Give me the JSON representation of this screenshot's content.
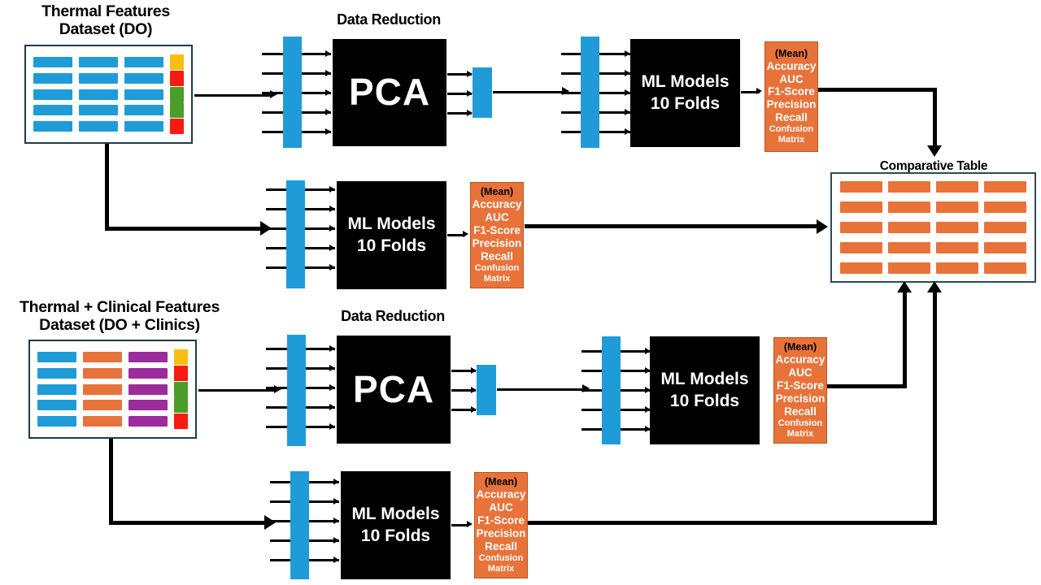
{
  "diagram": {
    "title_top_dataset_line1": "Thermal Features",
    "title_top_dataset_line2": "Dataset (DO)",
    "title_bottom_dataset_line1": "Thermal + Clinical Features",
    "title_bottom_dataset_line2": "Dataset (DO + Clinics)",
    "data_reduction_label_top": "Data Reduction",
    "data_reduction_label_bottom": "Data Reduction",
    "comparative_table_label": "Comparative Table",
    "pca_label_top": "PCA",
    "pca_label_bottom": "PCA",
    "ml_label_line1": "ML Models",
    "ml_label_line2": "10 Folds"
  },
  "metrics_box": {
    "header": "(Mean)",
    "items": [
      "Accuracy",
      "AUC",
      "F1-Score",
      "Precision",
      "Recall"
    ],
    "small_line1": "Confusion",
    "small_line2": "Matrix"
  },
  "datasets": {
    "top": {
      "feature_column_colors": [
        "#1f9cd7",
        "#1f9cd7",
        "#1f9cd7"
      ],
      "row_count": 5,
      "label_colors": [
        "#f9bf10",
        "#f91a12",
        "#4a9d29",
        "#4a9d29",
        "#f91a12"
      ]
    },
    "bottom": {
      "feature_column_colors": [
        "#1f9cd7",
        "#e8733a",
        "#9c2c9c"
      ],
      "row_count": 5,
      "label_colors": [
        "#f9bf10",
        "#f91a12",
        "#4a9d29",
        "#4a9d29",
        "#f91a12"
      ]
    }
  },
  "comparative_table": {
    "rows": 5,
    "columns": 4,
    "cell_color": "#e8733a"
  },
  "palette": {
    "blue": "#1f9cd7",
    "orange": "#e8733a",
    "purple": "#9c2c9c",
    "black": "#000000",
    "yellow": "#f9bf10",
    "red": "#f91a12",
    "green": "#4a9d29",
    "border_navy": "#1d3b4d"
  }
}
